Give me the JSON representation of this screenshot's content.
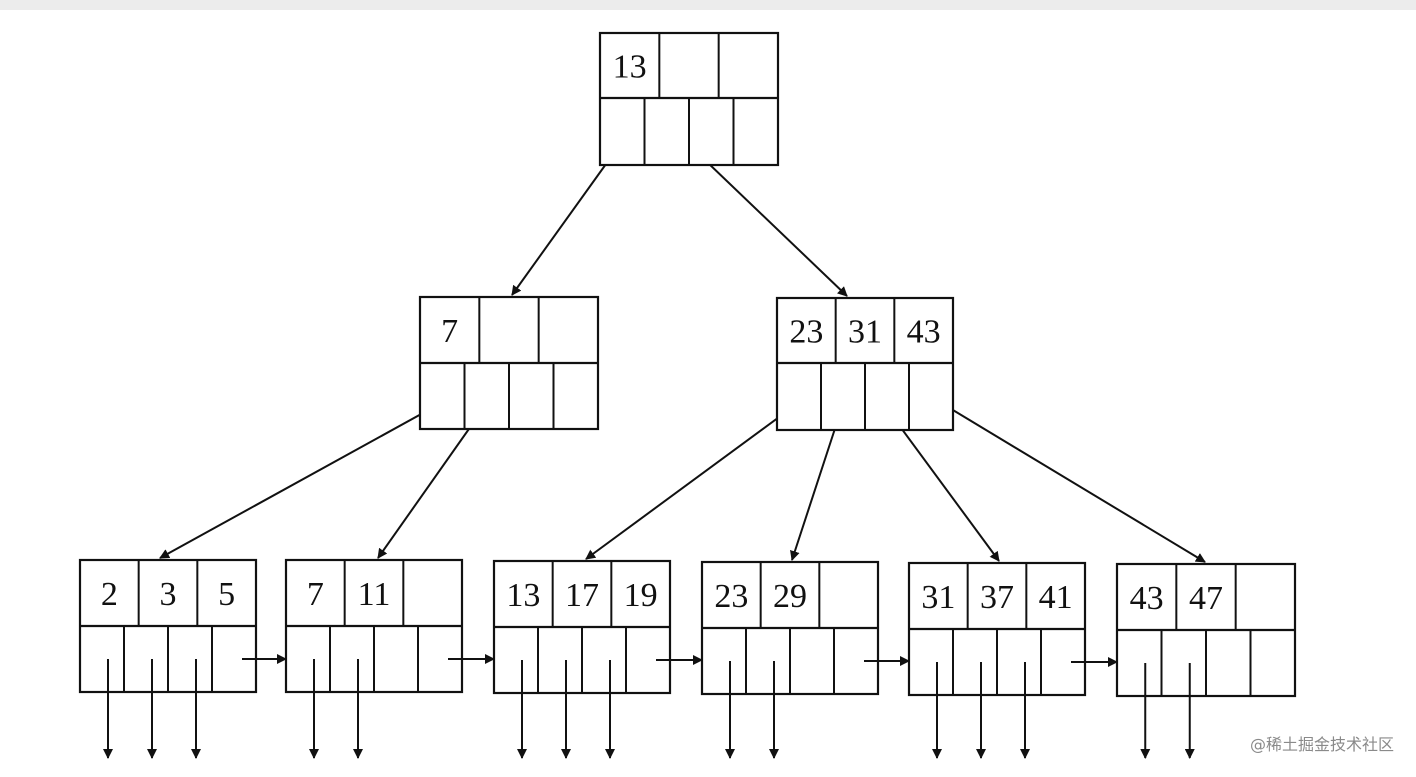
{
  "tree": {
    "root": {
      "keys": [
        "13",
        "",
        ""
      ]
    },
    "internal": [
      {
        "keys": [
          "7",
          "",
          ""
        ]
      },
      {
        "keys": [
          "23",
          "31",
          "43"
        ]
      }
    ],
    "leaves": [
      {
        "keys": [
          "2",
          "3",
          "5"
        ]
      },
      {
        "keys": [
          "7",
          "11",
          ""
        ]
      },
      {
        "keys": [
          "13",
          "17",
          "19"
        ]
      },
      {
        "keys": [
          "23",
          "29",
          ""
        ]
      },
      {
        "keys": [
          "31",
          "37",
          "41"
        ]
      },
      {
        "keys": [
          "43",
          "47",
          ""
        ]
      }
    ]
  },
  "watermark": "@稀土掘金技术社区"
}
